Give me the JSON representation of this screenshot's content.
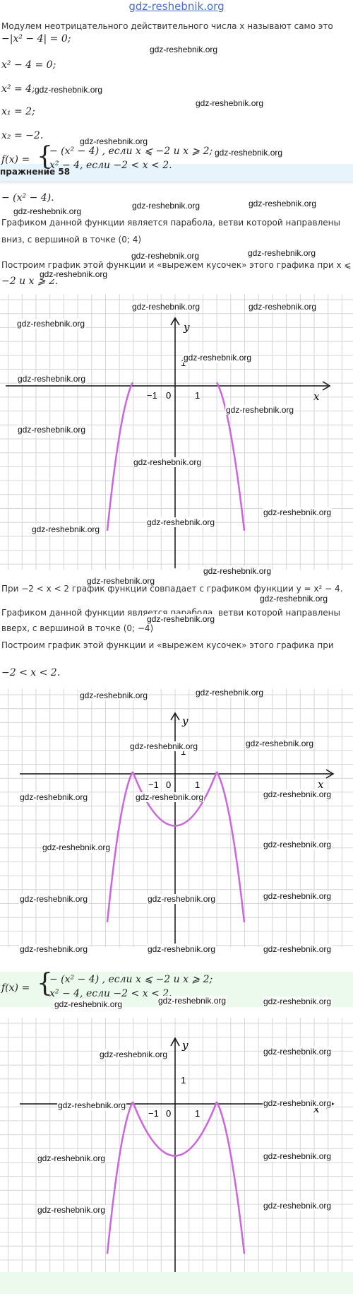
{
  "site": {
    "title": "gdz-reshebnik.org"
  },
  "top_section": {
    "intro": "Модулем неотрицательного действительного числа x называют само это",
    "eq_modulus": "−|x² − 4| = 0;",
    "eq_1": "x² − 4 = 0;",
    "eq_2": "x² = 4;",
    "eq_3": "x₁ = 2;",
    "eq_4": "x₂ = −2.",
    "piecewise_lhs": "f(x) =",
    "piecewise_case_1": "− (x² − 4) ,  если x ⩽ −2 и x ⩾ 2;",
    "piecewise_case_2": "x² − 4,  если  −2 < x < 2.",
    "partial_overlap_text": "пражнение 58"
  },
  "section_1": {
    "expr": "− (x² − 4).",
    "line_1": "Графиком данной функции является парабола, ветви которой направлены",
    "line_2": "вниз, с вершиной в точке (0; 4)",
    "line_3": "Построим график этой функции и «вырежем кусочек» этого графика при x ⩽",
    "line_4": "−2 и x ⩾ 2."
  },
  "section_2": {
    "line_1": "При −2 < x < 2 график функции совпадает с графиком функции y = x² − 4.",
    "line_2": "Графиком данной функции является парабола, ветви которой направлены",
    "line_3": "вверх, с вершиной в точке (0; −4)",
    "line_4": "Построим график этой функции и «вырежем кусочек» этого графика при",
    "line_5": "−2 < x < 2."
  },
  "section_3": {
    "piecewise_lhs": "f(x) =",
    "piecewise_case_1": "− (x² − 4) ,  если x ⩽ −2 и x ⩾ 2;",
    "piecewise_case_2": "x² − 4,  если  −2 < x < 2."
  },
  "graph_labels": {
    "axis_x": "x",
    "axis_y": "y",
    "origin": "0",
    "tick_neg1": "−1",
    "tick_pos1": "1",
    "tick_y1": "1"
  },
  "colors": {
    "curve": "#cc66dd",
    "grid": "#d6d6d6",
    "watermark": "#111111",
    "green_band": "#ecfaee"
  },
  "watermarks": {
    "w1": "gdz-reshebnik.org",
    "w2": "gdz-reshebnik.org",
    "w3": "gdz-reshebnik.org",
    "w4": "gdz-reshebnik.org",
    "w5": "gdz-reshebnik.org",
    "w6": "gdz-reshebnik.org",
    "w7": "gdz-reshebnik.org",
    "w8": "gdz-reshebnik.org",
    "w9": "gdz-reshebnik.org",
    "w10": "gdz-reshebnik.org",
    "w11": "gdz-reshebnik.org",
    "w12": "gdz-reshebnik.org",
    "w13": "gdz-reshebnik.org",
    "w14": "gdz-reshebnik.org",
    "w15": "gdz-reshebnik.org",
    "w16": "gdz-reshebnik.org",
    "w17": "gdz-reshebnik.org",
    "w18": "gdz-reshebnik.org",
    "w19": "gdz-reshebnik.org",
    "w20": "gdz-reshebnik.org",
    "w21": "gdz-reshebnik.org",
    "w22": "gdz-reshebnik.org",
    "w23": "gdz-reshebnik.org",
    "w24": "gdz-reshebnik.org",
    "w25": "gdz-reshebnik.org",
    "w26": "gdz-reshebnik.org",
    "w27": "gdz-reshebnik.org",
    "w28": "gdz-reshebnik.org",
    "w29": "gdz-reshebnik.org",
    "w30": "gdz-reshebnik.org",
    "w31": "gdz-reshebnik.org",
    "w32": "gdz-reshebnik.org",
    "w33": "gdz-reshebnik.org",
    "w34": "gdz-reshebnik.org",
    "w35": "gdz-reshebnik.org",
    "w36": "gdz-reshebnik.org",
    "w37": "gdz-reshebnik.org",
    "w38": "gdz-reshebnik.org",
    "w39": "gdz-reshebnik.org",
    "w40": "gdz-reshebnik.org",
    "w41": "gdz-reshebnik.org",
    "w42": "gdz-reshebnik.org",
    "w43": "gdz-reshebnik.org",
    "w44": "gdz-reshebnik.org",
    "w45": "gdz-reshebnik.org",
    "w46": "gdz-reshebnik.org",
    "w47": "gdz-reshebnik.org"
  }
}
